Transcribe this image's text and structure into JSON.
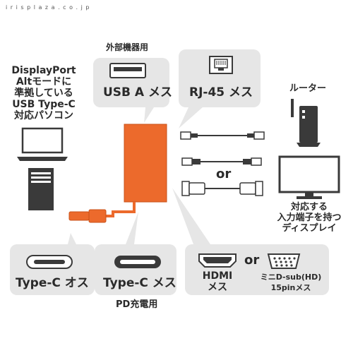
{
  "site": "i r i s p l a z a . c o . j p",
  "labels": {
    "external_device": "外部機器用",
    "usb_a": "USB A メス",
    "rj45": "RJ-45 メス",
    "pc_line1": "DisplayPort",
    "pc_line2": "Altモードに",
    "pc_line3": "準拠している",
    "pc_line4": "USB Type-C",
    "pc_line5": "対応パソコン",
    "router": "ルーター",
    "or_cables": "or",
    "display_line1": "対応する",
    "display_line2": "入力端子を持つ",
    "display_line3": "ディスプレイ",
    "typec_male": "Type-C オス",
    "typec_female": "Type-C メス",
    "pd_charge": "PD充電用",
    "hdmi_line1": "HDMI",
    "hdmi_line2": "メス",
    "or_ports": "or",
    "minid_line1": "ミニD-sub(HD)",
    "minid_line2": "15pinメス"
  },
  "colors": {
    "bubble": "#e6e6e6",
    "adapter": "#ec6a2c",
    "adapter_edge": "#c9521a",
    "text": "#2a2a2a",
    "icon": "#3a3a3a"
  }
}
